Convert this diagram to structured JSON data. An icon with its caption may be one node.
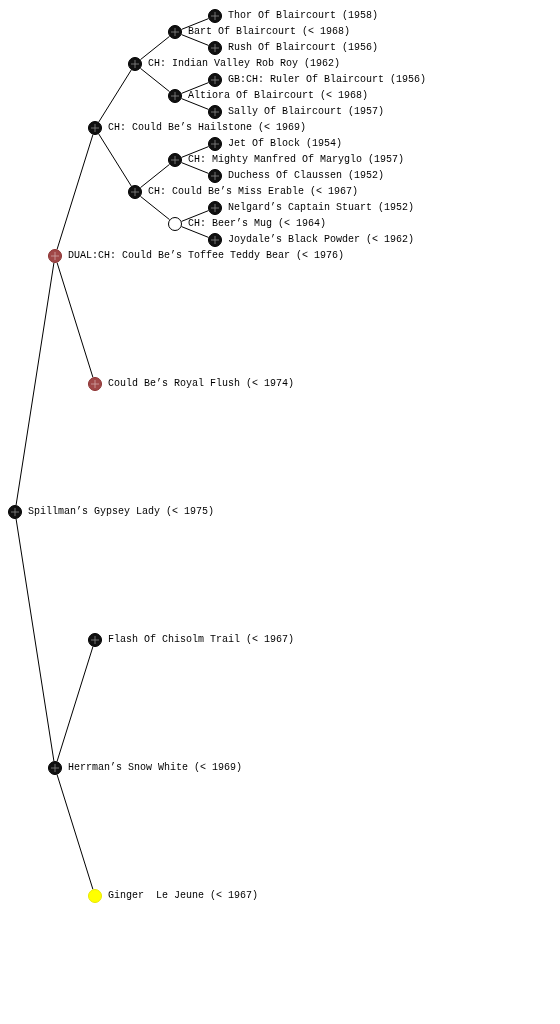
{
  "diagram": {
    "nodes": [
      {
        "text": [
          "Thor Of Blaircourt (1958)"
        ]
      },
      {
        "text": [
          "Bart Of Blaircourt (< 1968)"
        ]
      },
      {
        "text": [
          "Rush Of Blaircourt (1956)"
        ]
      },
      {
        "text": [
          "CH: Indian Valley Rob Roy (1962)"
        ]
      },
      {
        "text": [
          "GB:CH: Ruler Of Blaircourt (1956)"
        ]
      },
      {
        "text": [
          "Altiora Of Blaircourt (< 1968)"
        ]
      },
      {
        "text": [
          "Sally Of Blaircourt (1957)"
        ]
      },
      {
        "text": [
          "CH: Could Be’s Hailstone (< 1969)"
        ]
      },
      {
        "text": [
          "Jet Of Block (1954)"
        ]
      },
      {
        "text": [
          "CH: Mighty Manfred Of Maryglo (1957)"
        ]
      },
      {
        "text": [
          "Duchess Of Claussen (1952)"
        ]
      },
      {
        "text": [
          "CH: Could Be’s Miss Erable (< 1967)"
        ]
      },
      {
        "text": [
          "Nelgard’s Captain Stuart (1952)"
        ]
      },
      {
        "text": [
          "CH: Beer’s Mug (< 1964)"
        ]
      },
      {
        "text": [
          "Joydale’s Black Powder (< 1962)"
        ]
      },
      {
        "text": [
          "DUAL:CH: Could Be’s Toffee Teddy Bear (< 1976)"
        ]
      },
      {
        "text": [
          "Could Be’s Royal Flush (< 1974)"
        ]
      },
      {
        "text": [
          "Spillman’s Gypsey Lady (< 1975)"
        ]
      },
      {
        "text": [
          "Flash Of Chisolm Trail (< 1967)"
        ]
      },
      {
        "text": [
          "Herrman’s Snow White (< 1969)"
        ]
      },
      {
        "text": [
          "Ginger  Le Jeune (< 1967)"
        ]
      }
    ],
    "edges": [
      {
        "from": 17,
        "to": 15,
        "arrow": "none"
      },
      {
        "from": 17,
        "to": 19,
        "arrow": "none"
      },
      {
        "from": 15,
        "to": 7,
        "arrow": "none"
      },
      {
        "from": 15,
        "to": 16,
        "arrow": "none"
      },
      {
        "from": 7,
        "to": 3,
        "arrow": "none"
      },
      {
        "from": 7,
        "to": 11,
        "arrow": "none"
      },
      {
        "from": 3,
        "to": 1,
        "arrow": "none"
      },
      {
        "from": 3,
        "to": 5,
        "arrow": "none"
      },
      {
        "from": 1,
        "to": 0,
        "arrow": "none"
      },
      {
        "from": 1,
        "to": 2,
        "arrow": "none"
      },
      {
        "from": 5,
        "to": 4,
        "arrow": "none"
      },
      {
        "from": 5,
        "to": 6,
        "arrow": "none"
      },
      {
        "from": 11,
        "to": 9,
        "arrow": "none"
      },
      {
        "from": 11,
        "to": 13,
        "arrow": "none"
      },
      {
        "from": 9,
        "to": 8,
        "arrow": "none"
      },
      {
        "from": 9,
        "to": 10,
        "arrow": "none"
      },
      {
        "from": 13,
        "to": 12,
        "arrow": "none"
      },
      {
        "from": 13,
        "to": 14,
        "arrow": "none"
      },
      {
        "from": 19,
        "to": 18,
        "arrow": "none"
      },
      {
        "from": 19,
        "to": 20,
        "arrow": "none"
      }
    ]
  }
}
